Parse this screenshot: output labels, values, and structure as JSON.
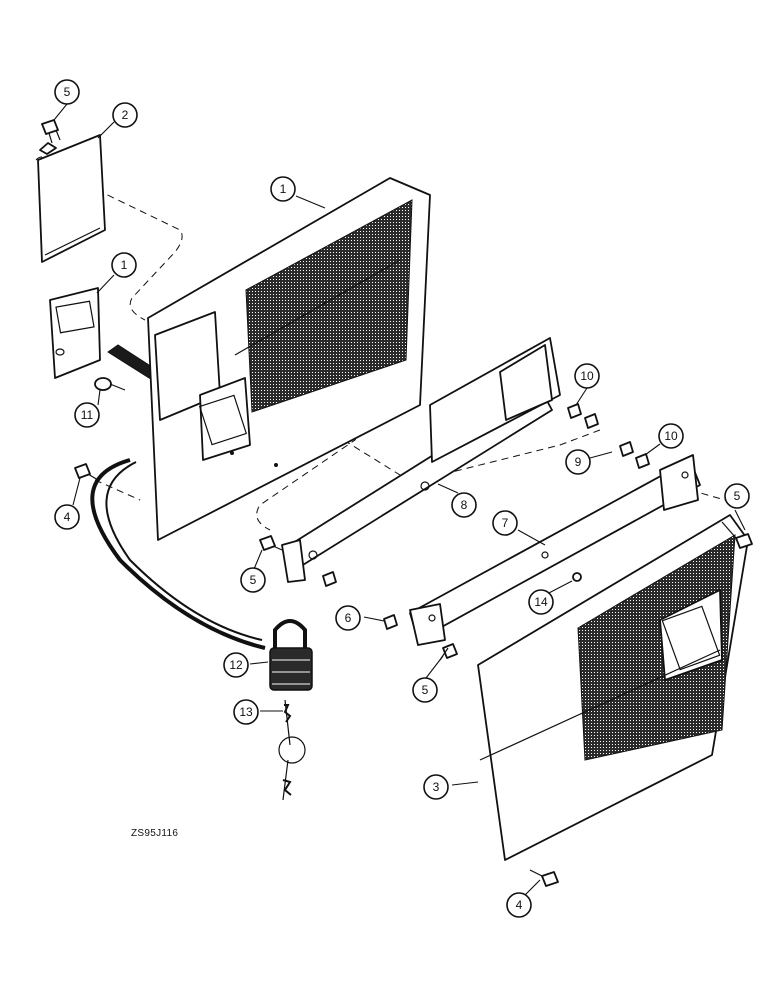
{
  "diagram": {
    "reference_code": "ZS95J116",
    "callouts": [
      {
        "id": "c-5a",
        "label": "5"
      },
      {
        "id": "c-2",
        "label": "2"
      },
      {
        "id": "c-1a",
        "label": "1"
      },
      {
        "id": "c-1b",
        "label": "1"
      },
      {
        "id": "c-11",
        "label": "11"
      },
      {
        "id": "c-4a",
        "label": "4"
      },
      {
        "id": "c-10a",
        "label": "10"
      },
      {
        "id": "c-10b",
        "label": "10"
      },
      {
        "id": "c-9",
        "label": "9"
      },
      {
        "id": "c-8",
        "label": "8"
      },
      {
        "id": "c-7",
        "label": "7"
      },
      {
        "id": "c-5b",
        "label": "5"
      },
      {
        "id": "c-5c",
        "label": "5"
      },
      {
        "id": "c-6",
        "label": "6"
      },
      {
        "id": "c-14",
        "label": "14"
      },
      {
        "id": "c-12",
        "label": "12"
      },
      {
        "id": "c-13",
        "label": "13"
      },
      {
        "id": "c-5d",
        "label": "5"
      },
      {
        "id": "c-3",
        "label": "3"
      },
      {
        "id": "c-4b",
        "label": "4"
      }
    ]
  }
}
